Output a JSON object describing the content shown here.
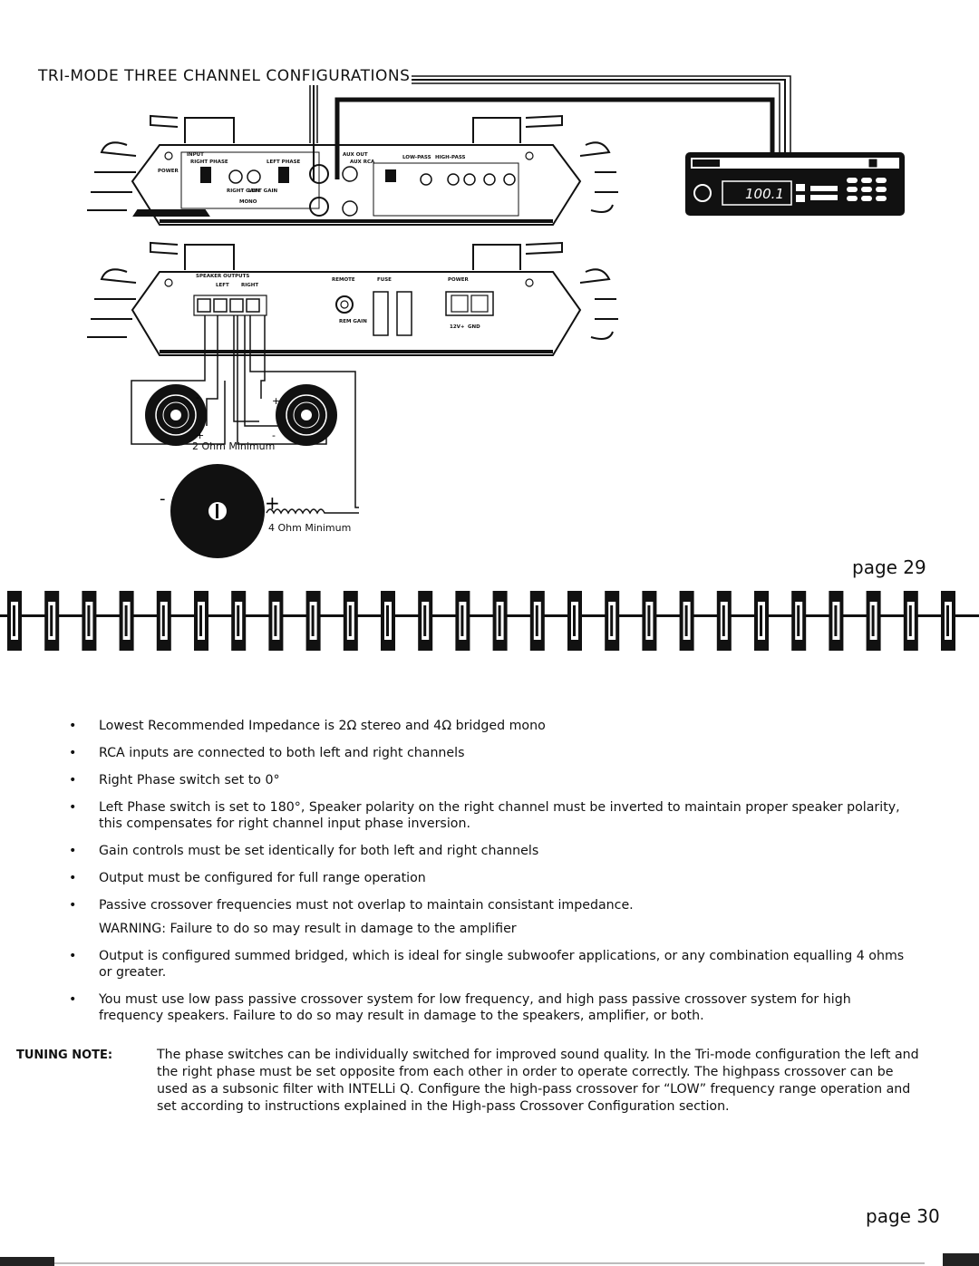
{
  "diagram": {
    "title": "TRI-MODE THREE CHANNEL CONFIGURATIONS",
    "speaker_pair_label": "2 Ohm Minimum",
    "subwoofer_label": "4 Ohm Minimum",
    "radio_display": "100.1",
    "amp_top_labels": [
      "INPUT",
      "AUX OUT",
      "LOW-PASS",
      "HIGH-PASS",
      "POWER",
      "RIGHT PHASE",
      "LEFT PHASE",
      "RIGHT GAIN",
      "LEFT GAIN",
      "MONO",
      "AUX RCA"
    ],
    "amp_bottom_labels": [
      "SPEAKER OUTPUTS",
      "LEFT",
      "RIGHT",
      "REMOTE",
      "FUSE",
      "POWER",
      "REM GAIN",
      "12V+",
      "GND"
    ],
    "plus": "+",
    "minus": "-"
  },
  "page_top_number": "page 29",
  "bullets": [
    "Lowest Recommended Impedance is 2Ω stereo and 4Ω bridged mono",
    "RCA inputs are connected to both left and right channels",
    "Right Phase switch set to 0°",
    "Left Phase switch is set to 180°, Speaker polarity on the right channel must be inverted to maintain proper speaker polarity, this compensates for right channel input phase inversion.",
    "Gain controls must be set identically for both left and right channels",
    "Output must be configured for full range operation",
    "Passive crossover frequencies must not overlap to maintain consistant impedance."
  ],
  "warning": "WARNING: Failure to do so may result in damage to the amplifier",
  "bullets2": [
    "Output is configured summed bridged, which is ideal for single subwoofer applications, or any combination equalling 4 ohms or greater.",
    "You must use low pass passive crossover system for low frequency, and high pass passive crossover system for high frequency speakers. Failure to do so may result in damage to the speakers, amplifier, or both."
  ],
  "tuning_note": {
    "label": "TUNING NOTE:",
    "text": "The phase switches can be individually switched for improved sound quality. In the Tri-mode configuration the left and the right phase must be set opposite from each other in order to operate correctly. The highpass crossover can be used as a subsonic filter with INTELLi Q. Configure the high-pass crossover for “LOW” frequency range operation and set according to instructions explained in the High-pass Crossover Configuration section."
  },
  "page_bottom_number": "page 30",
  "bullet_glyph": "•"
}
